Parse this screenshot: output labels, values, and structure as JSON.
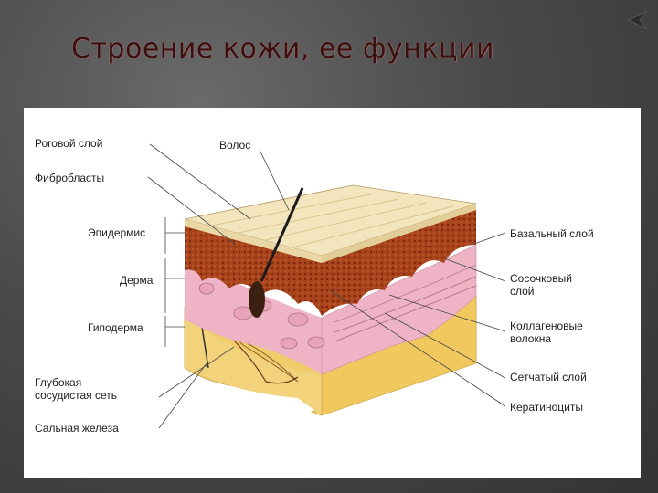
{
  "slide": {
    "title": "Строение кожи, ее функции"
  },
  "figure": {
    "labels_left": {
      "stratum_corneum": "Роговой слой",
      "fibroblasts": "Фибробласты",
      "epidermis": "Эпидермис",
      "dermis": "Дерма",
      "hypodermis": "Гиподерма",
      "deep_vascular_network": "Глубокая\nсосудистая сеть",
      "sebaceous_gland": "Сальная железа"
    },
    "labels_top": {
      "hair": "Волос"
    },
    "labels_right": {
      "basal_layer": "Базальный слой",
      "papillary_layer": "Сосочковый\nслой",
      "collagen_fibers": "Коллагеновые\nволокна",
      "reticular_layer": "Сетчатый слой",
      "keratinocytes": "Кератиноциты"
    },
    "colors": {
      "corneum": "#f3e6bf",
      "epidermis": "#a8431c",
      "dermis": "#eeb4c6",
      "hypodermis": "#f0cc6a"
    }
  }
}
